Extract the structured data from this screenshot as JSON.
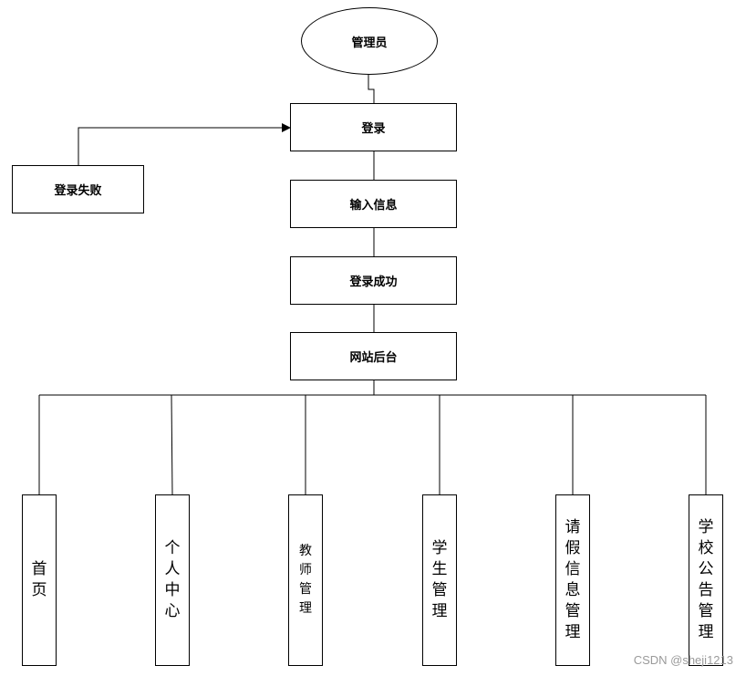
{
  "diagram": {
    "start": "管理员",
    "login": "登录",
    "login_failed": "登录失败",
    "input_info": "输入信息",
    "login_success": "登录成功",
    "backend": "网站后台",
    "modules": [
      {
        "label": "首页"
      },
      {
        "label": "个人中心"
      },
      {
        "label": "教师管理"
      },
      {
        "label": "学生管理"
      },
      {
        "label": "请假信息管理"
      },
      {
        "label": "学校公告管理"
      }
    ]
  },
  "watermark": "CSDN @sheji1213",
  "colors": {
    "line": "#000000",
    "background": "#ffffff",
    "watermark": "#9a9a9a"
  }
}
